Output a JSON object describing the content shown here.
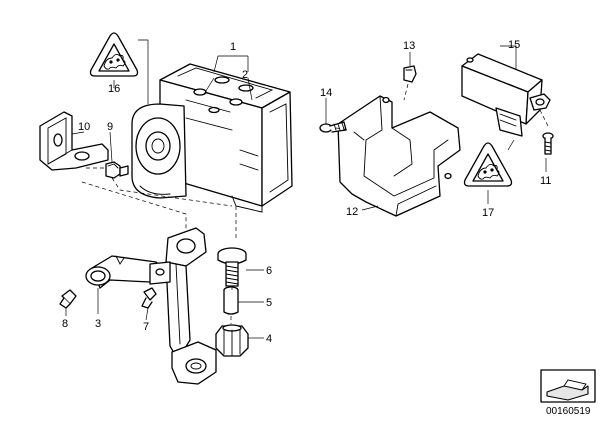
{
  "diagram_id": "00160519",
  "callouts": {
    "c1": "1",
    "c2": "2",
    "c3": "3",
    "c4": "4",
    "c5": "5",
    "c6": "6",
    "c7": "7",
    "c8": "8",
    "c9": "9",
    "c10": "10",
    "c11": "11",
    "c12": "12",
    "c13": "13",
    "c14": "14",
    "c15": "15",
    "c16": "16",
    "c17": "17"
  },
  "warning_icon_count": 2,
  "colors": {
    "line": "#000000",
    "background": "#ffffff",
    "shade": "#e6e6e6"
  }
}
